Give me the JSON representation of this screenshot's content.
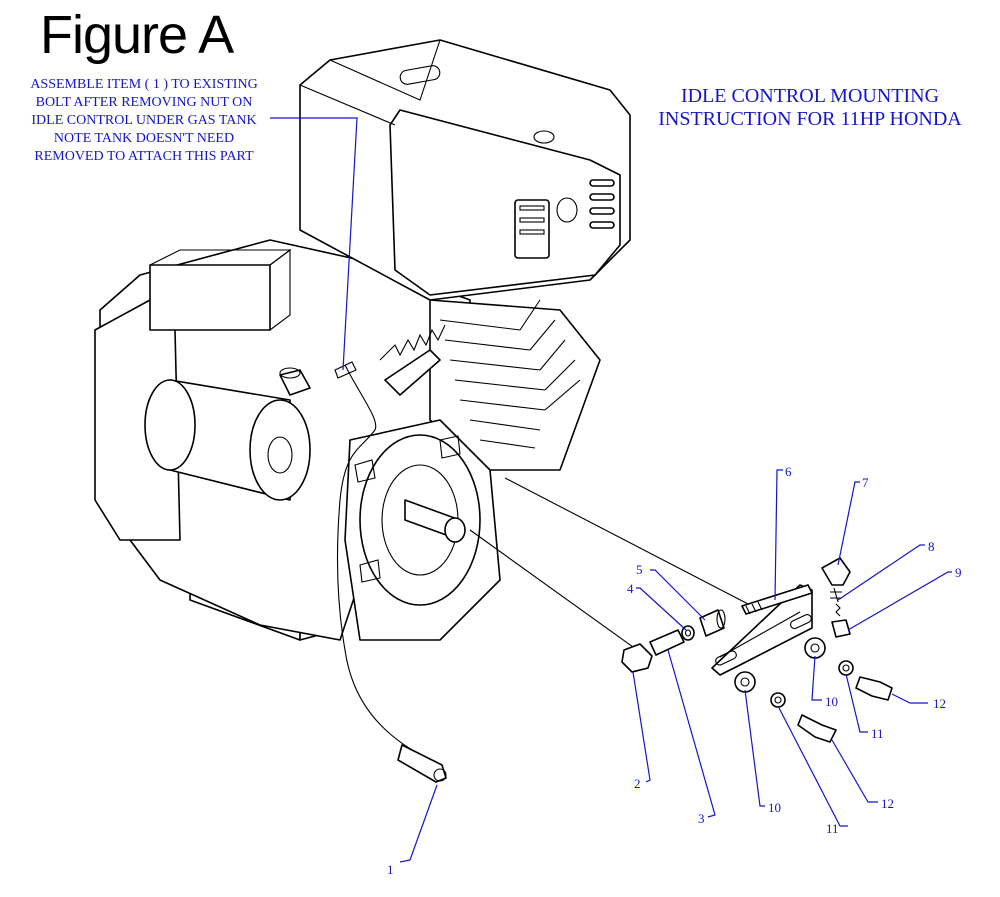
{
  "figure_label": "Figure A",
  "note": "ASSEMBLE ITEM ( 1 ) TO EXISTING\nBOLT AFTER REMOVING NUT ON\nIDLE CONTROL UNDER GAS TANK\nNOTE TANK DOESN'T NEED\nREMOVED TO ATTACH THIS PART",
  "heading": "IDLE CONTROL MOUNTING\nINSTRUCTION FOR 11HP HONDA",
  "callouts": {
    "c1": "1",
    "c2": "2",
    "c3": "3",
    "c4": "4",
    "c5": "5",
    "c6": "6",
    "c7": "7",
    "c8": "8",
    "c9": "9",
    "c10a": "10",
    "c10b": "10",
    "c11a": "11",
    "c11b": "11",
    "c12a": "12",
    "c12b": "12"
  },
  "colors": {
    "annotation": "#1515c8",
    "line": "#000000",
    "background": "#ffffff"
  }
}
